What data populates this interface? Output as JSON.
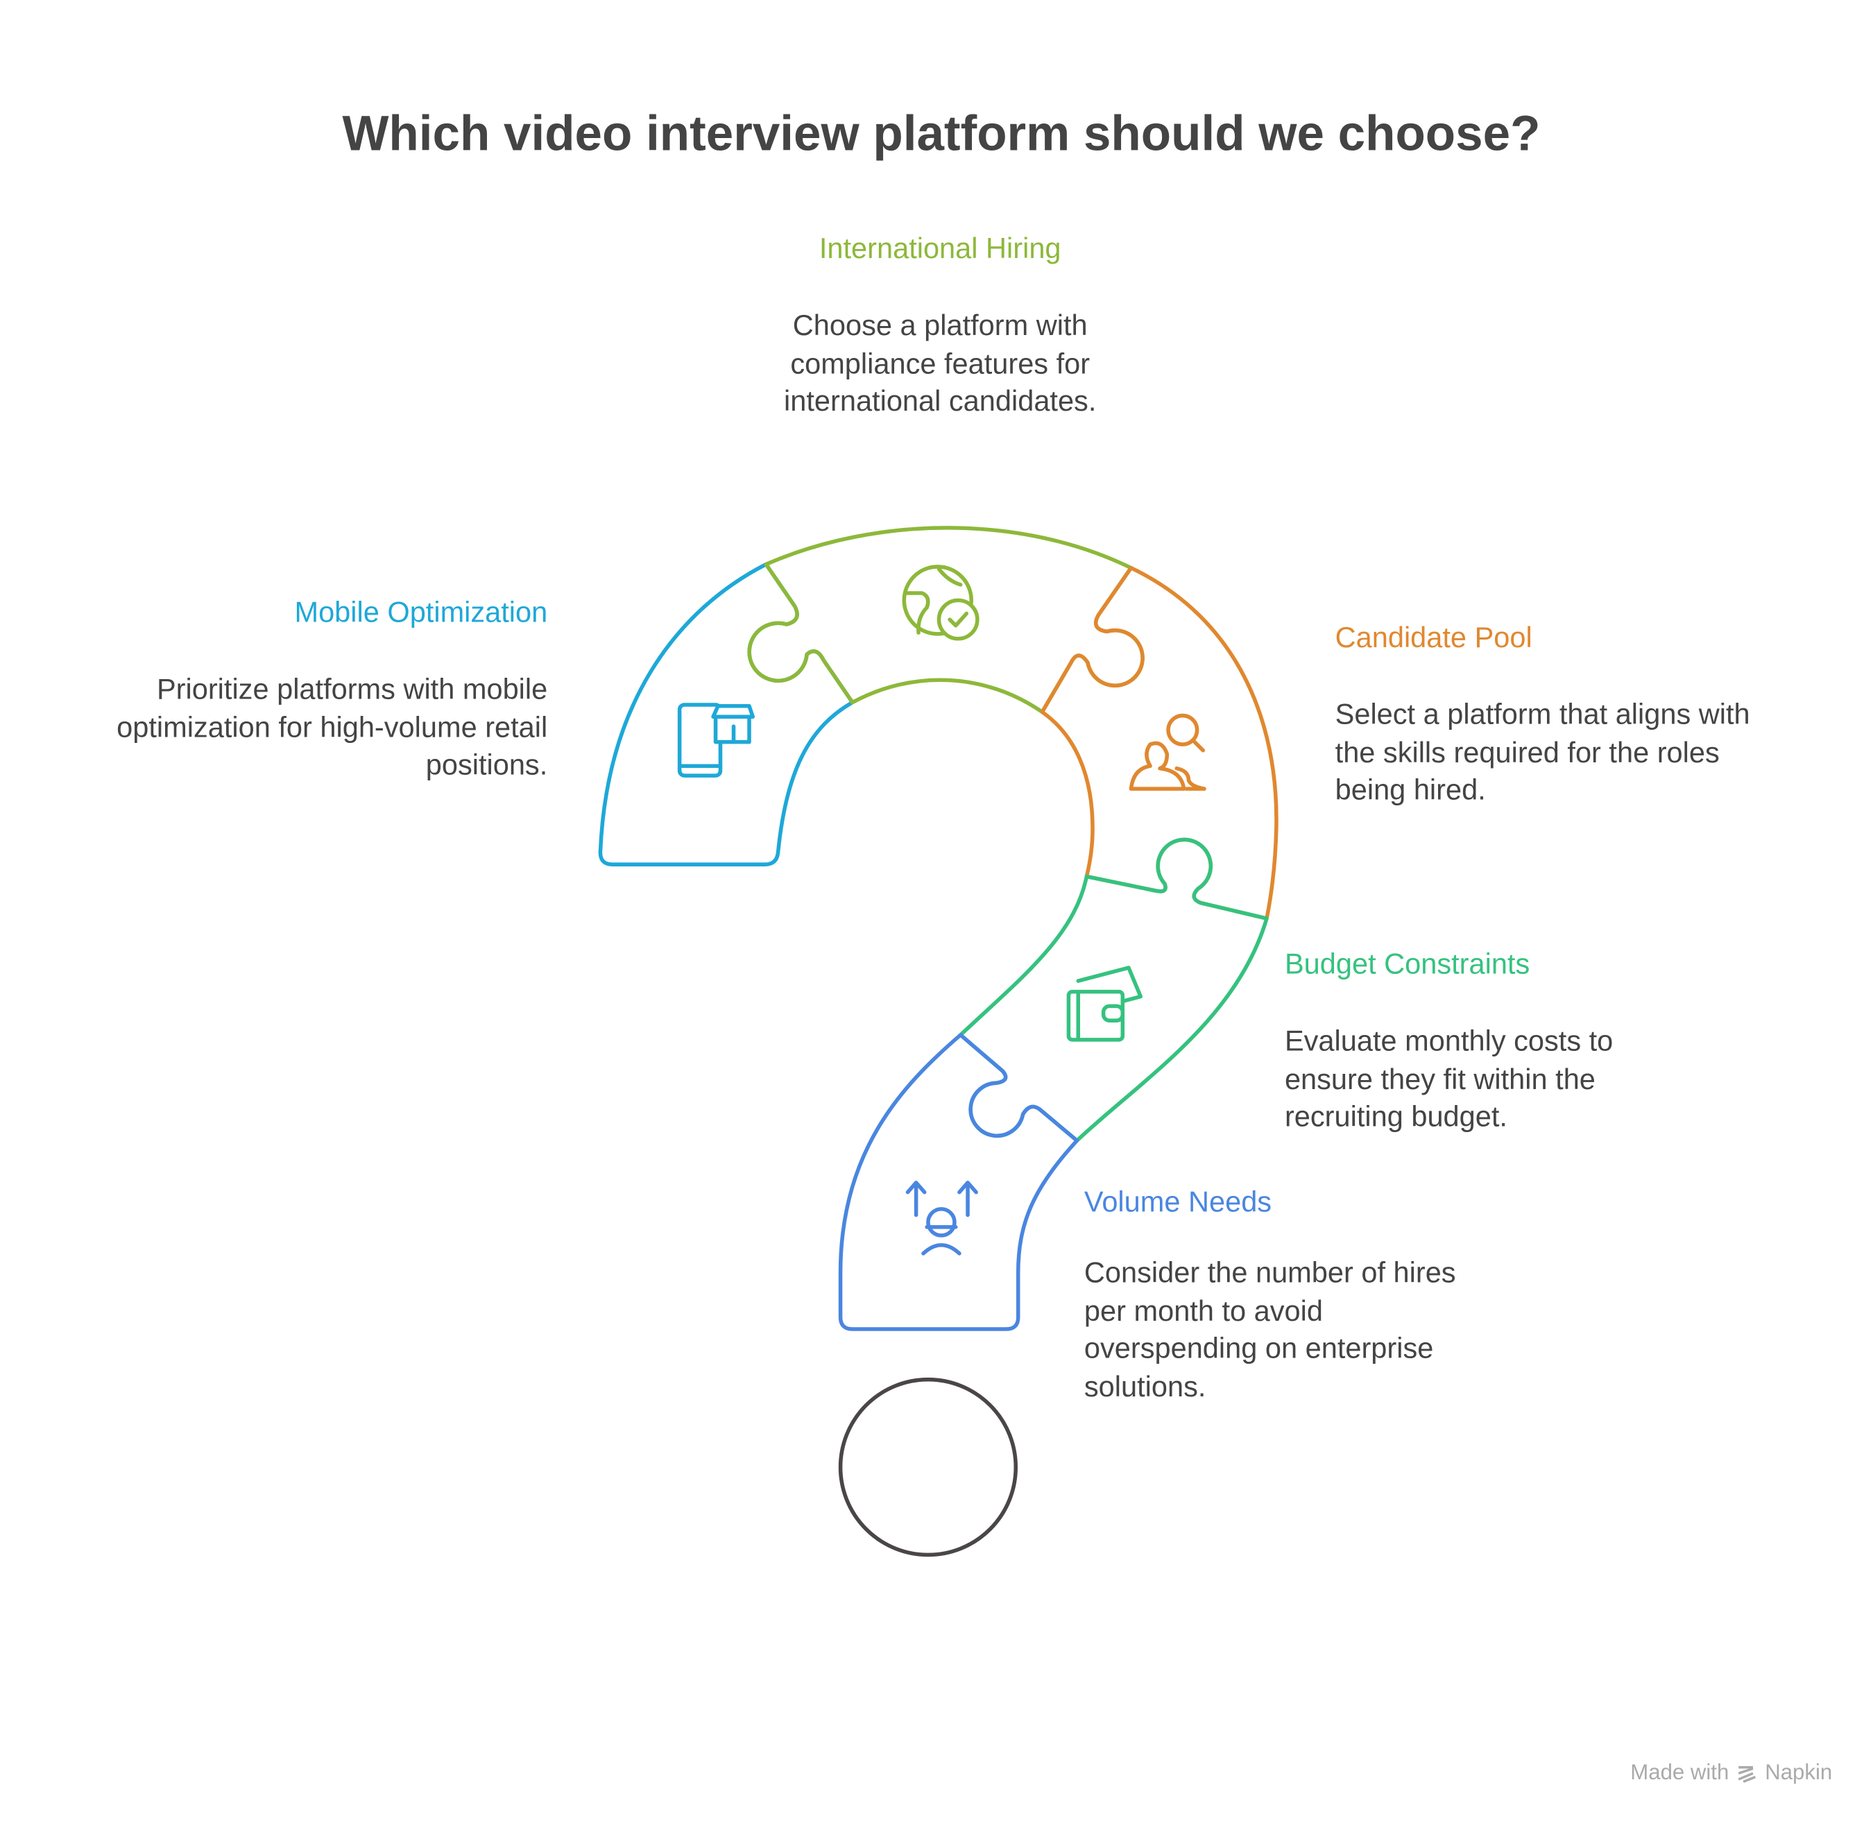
{
  "title": "Which video interview platform should we choose?",
  "colors": {
    "international": "#8DB83A",
    "mobile": "#1EA8D8",
    "candidate": "#E0882F",
    "budget": "#35C27F",
    "volume": "#4A86E0",
    "dot": "#4A4648",
    "text": "#444444"
  },
  "sections": {
    "international": {
      "heading": "International Hiring",
      "text": "Choose a platform with compliance features for international candidates.",
      "icon": "globe-check-icon"
    },
    "mobile": {
      "heading": "Mobile Optimization",
      "text": "Prioritize platforms with mobile optimization for high-volume retail positions.",
      "icon": "mobile-store-icon"
    },
    "candidate": {
      "heading": "Candidate Pool",
      "text": "Select a platform that aligns with the skills required for the roles being hired.",
      "icon": "people-search-icon"
    },
    "budget": {
      "heading": "Budget Constraints",
      "text": "Evaluate monthly costs to ensure they fit within the recruiting budget.",
      "icon": "wallet-money-icon"
    },
    "volume": {
      "heading": "Volume Needs",
      "text": "Consider the number of hires per month to avoid overspending on enterprise solutions.",
      "icon": "worker-scale-up-icon"
    }
  },
  "footer": {
    "made_with": "Made with",
    "brand": "Napkin"
  }
}
